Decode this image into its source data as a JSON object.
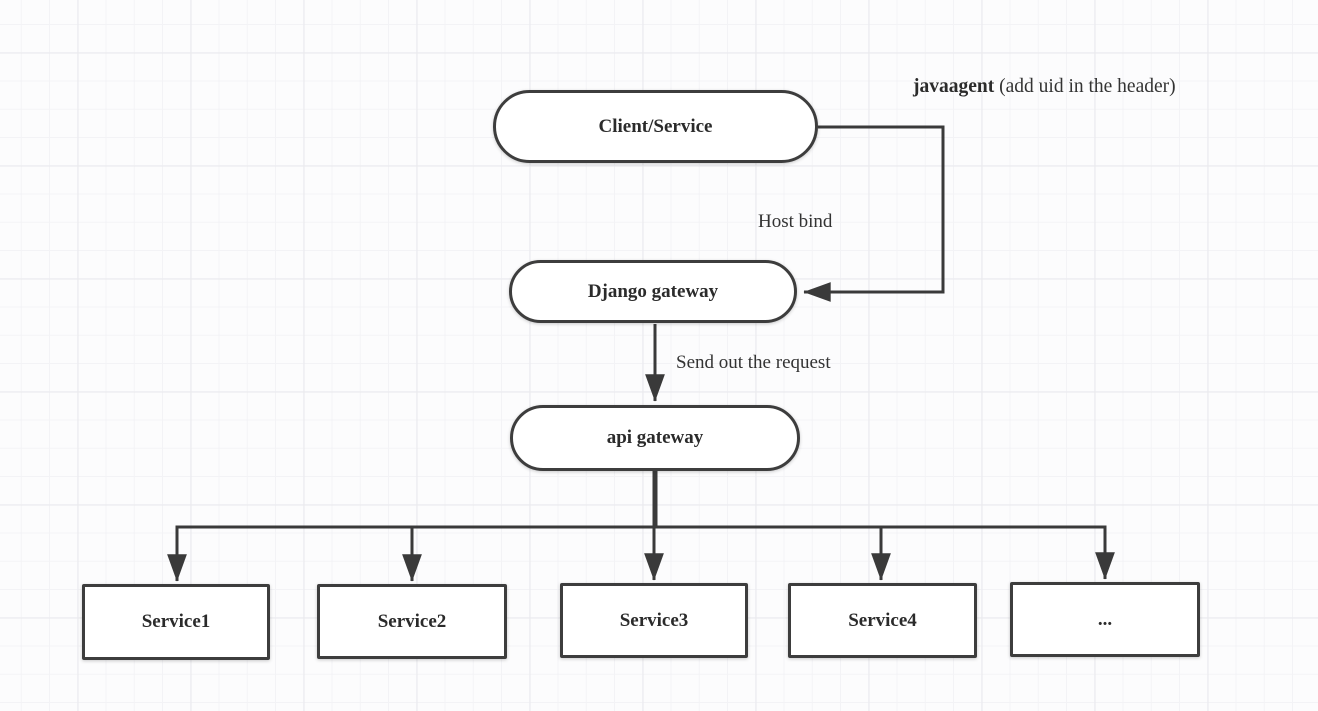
{
  "diagram": {
    "nodes": {
      "client": {
        "label": "Client/Service",
        "shape": "stadium"
      },
      "django": {
        "label": "Django gateway",
        "shape": "stadium"
      },
      "api": {
        "label": "api gateway",
        "shape": "stadium"
      },
      "service1": {
        "label": "Service1",
        "shape": "rect"
      },
      "service2": {
        "label": "Service2",
        "shape": "rect"
      },
      "service3": {
        "label": "Service3",
        "shape": "rect"
      },
      "service4": {
        "label": "Service4",
        "shape": "rect"
      },
      "more": {
        "label": "...",
        "shape": "rect"
      }
    },
    "edge_labels": {
      "javaagent_bold": "javaagent",
      "javaagent_rest": " (add uid in the header)",
      "host_bind": "Host bind",
      "send_request": "Send out the request"
    },
    "colors": {
      "node_border": "#3d3d3d",
      "node_fill": "#ffffff",
      "edge_stroke": "#3a3a3a",
      "text": "#2b2b2b",
      "canvas_bg": "#fcfcfd",
      "grid_minor": "#f3f3f6",
      "grid_major": "#e9e9ed"
    }
  }
}
